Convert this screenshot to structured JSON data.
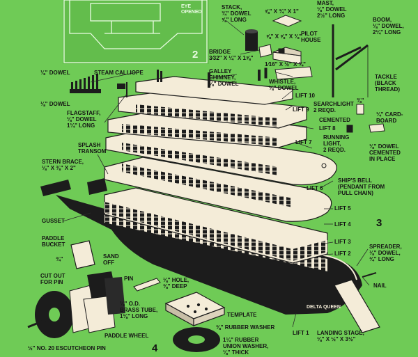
{
  "colors": {
    "background": "#6fcb56",
    "ink": "#141414",
    "deck": "#f4ecd8",
    "hull": "#1c1c1c",
    "leader": "#2a2a2a"
  },
  "inset": {
    "eye": "EYE\nOPENED",
    "number": "2"
  },
  "figure_numbers": {
    "main": "3",
    "wheel": "4"
  },
  "hull_name": "DELTA QUEEN",
  "labels": {
    "dowel_top": "⅛\" DOWEL",
    "steam_calliope": "STEAM CALLIOPE",
    "dowel_bottom": "⅛\" DOWEL",
    "stack": "STACK,\n¾\" DOWEL\n⅝\" LONG",
    "pilot_dims": "⅝\" x ¾\" x 1\"",
    "pilot_dims2": "⅝\" x ⅝\" x ⅜\"",
    "pilot_house": "PILOT\nHOUSE",
    "mast": "MAST,\n⅛\" DOWEL\n2½\" LONG",
    "boom": "BOOM,\n⅛\" DOWEL,\n2¼\" LONG",
    "bridge": "BRIDGE\n3⁄32\" x ¼\" x 1⅝\"",
    "galley_chimney": "GALLEY\nCHIMNEY,\n⅛\" DOWEL",
    "whistle_dims": "1⁄16\" x ½\" x ¾\"",
    "whistle": "WHISTLE,\n⅛\" DOWEL",
    "tackle": "TACKLE\n(BLACK\nTHREAD)",
    "lift10": "LIFT 10",
    "lift9": "LIFT 9",
    "searchlight": "SEARCHLIGHT\n2 REQD.",
    "cardboard_dim": "⅜\"",
    "cardboard": "¼\" CARD-\nBOARD",
    "cemented": "CEMENTED",
    "lift8": "LIFT 8",
    "flagstaff": "FLAGSTAFF,\n⅛\" DOWEL\n1¼\" LONG",
    "running_light": "RUNNING\nLIGHT,\n2 REQD.",
    "dowel_cemented": "⅛\" DOWEL\nCEMENTED\nIN PLACE",
    "lift7": "LIFT 7",
    "splash_transom": "SPLASH\nTRANSOM",
    "stern_brace": "STERN BRACE,\n⅛\" x ⅜\" x 2\"",
    "ships_bell": "SHIP'S BELL\n(PENDANT FROM\nPULL CHAIN)",
    "lift6": "LIFT 6",
    "lift5": "LIFT 5",
    "gusset": "GUSSET",
    "lift4": "LIFT 4",
    "paddle_bucket": "PADDLE\nBUCKET",
    "paddle_dim": "¾\"",
    "sand_off": "SAND\nOFF",
    "lift3": "LIFT 3",
    "lift2": "LIFT 2",
    "spreader": "SPREADER,\n⅛\" DOWEL,\n¾\" LONG",
    "cut_out": "CUT OUT\nFOR PIN",
    "pin": "PIN",
    "hole": "⅛\" HOLE,\n⅜\" DEEP",
    "nail": "NAIL",
    "brass_tube": "⅛\" O.D.\nBRASS TUBE,\n1⅛\" LONG",
    "template": "TEMPLATE",
    "rubber_washer": "⅜\" RUBBER WASHER",
    "paddle_wheel": "PADDLE WHEEL",
    "lift1": "LIFT 1",
    "landing_stage": "LANDING STAGE,\n⅛\" x ½\" x 3½\"",
    "escutcheon": "½\" NO. 20 ESCUTCHEON PIN",
    "union_washer": "1¼\" RUBBER\nUNION WASHER,\n⅛\" THICK"
  }
}
